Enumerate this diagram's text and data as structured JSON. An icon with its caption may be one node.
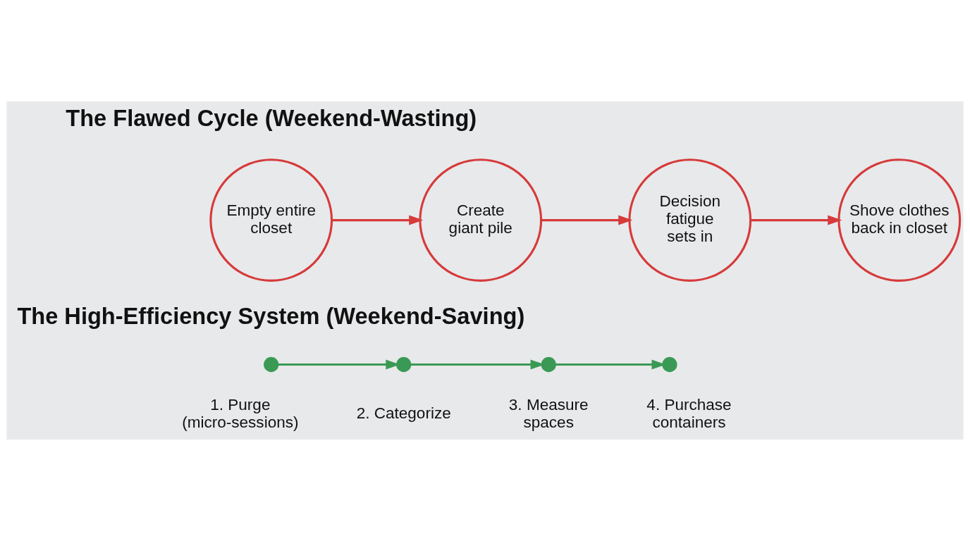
{
  "diagram": {
    "nodes": [
      {
        "text": [
          "Empty entire closet"
        ]
      },
      {
        "text": [
          "Create giant pile"
        ]
      },
      {
        "text": [
          "Decision fatigue sets in"
        ]
      },
      {
        "text": [
          "Shove clothes back in closet"
        ]
      },
      {
        "text": [],
        "shape": "circle",
        "beside": [
          "1. Purge (micro-sessions)"
        ]
      },
      {
        "text": [],
        "shape": "circle",
        "beside": [
          "2. Categorize"
        ]
      },
      {
        "text": [],
        "shape": "circle",
        "beside": [
          "3. Measure spaces"
        ]
      },
      {
        "text": [],
        "shape": "circle",
        "beside": [
          "4. Purchase containers"
        ]
      }
    ],
    "edges": [
      {
        "from": 0,
        "to": 1,
        "arrow": "to",
        "color": "#d63a3a"
      },
      {
        "from": 1,
        "to": 2,
        "arrow": "to",
        "color": "#d63a3a"
      },
      {
        "from": 2,
        "to": 3,
        "arrow": "to",
        "color": "#d63a3a"
      },
      {
        "from": 4,
        "to": 5,
        "arrow": "to",
        "color": "#3a9a55"
      },
      {
        "from": 5,
        "to": 6,
        "arrow": "to",
        "color": "#3a9a55"
      },
      {
        "from": 6,
        "to": 7,
        "arrow": "to",
        "color": "#3a9a55"
      }
    ],
    "labels": [
      "The Flawed Cycle (Weekend-Wasting)",
      "The High-Efficiency System (Weekend-Saving)"
    ]
  }
}
